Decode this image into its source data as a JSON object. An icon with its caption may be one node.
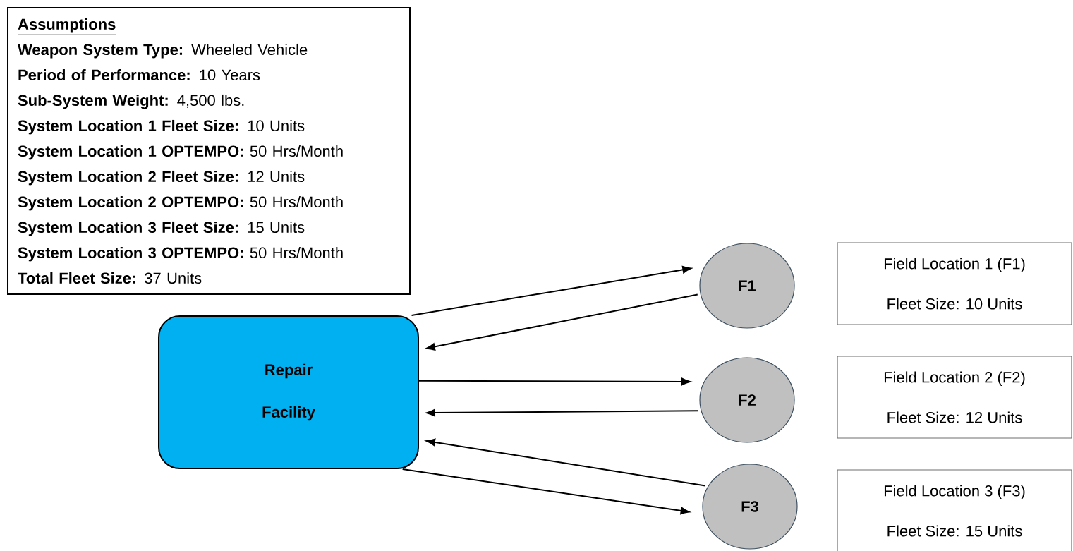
{
  "diagram": {
    "nodes": [
      {
        "text": [
          "Assumptions",
          "**Weapon System Type:** Wheeled Vehicle",
          "**Period of Performance:** 10 Years",
          "**Sub-System Weight:** 4,500 lbs.",
          "**System Location 1 Fleet Size:** 10 Units",
          "**System Location 1 OPTEMPO:** 50 Hrs/Month",
          "**System Location 2 Fleet Size:** 12 Units",
          "**System Location 2 OPTEMPO:** 50 Hrs/Month",
          "**System Location 3 Fleet Size:** 15 Units",
          "**System Location 3 OPTEMPO:** 50 Hrs/Month",
          "**Total Fleet Size:** 37 Units"
        ]
      },
      {
        "text": [
          "Repair Facility"
        ]
      },
      {
        "text": [
          "F1"
        ]
      },
      {
        "text": [
          "F2"
        ]
      },
      {
        "text": [
          "F3"
        ]
      },
      {
        "text": [
          "Field Location 1 (F1)",
          "Fleet Size: 10 Units"
        ]
      },
      {
        "text": [
          "Field Location 2 (F2)",
          "Fleet Size: 12 Units"
        ]
      },
      {
        "text": [
          "Field Location 3 (F3)",
          "Fleet Size: 15 Units"
        ]
      }
    ],
    "edges": [
      {
        "from": 1,
        "to": 2,
        "arrow": "to"
      },
      {
        "from": 2,
        "to": 1,
        "arrow": "to"
      },
      {
        "from": 1,
        "to": 3,
        "arrow": "to"
      },
      {
        "from": 3,
        "to": 1,
        "arrow": "to"
      },
      {
        "from": 4,
        "to": 1,
        "arrow": "to"
      },
      {
        "from": 1,
        "to": 4,
        "arrow": "to"
      }
    ]
  }
}
